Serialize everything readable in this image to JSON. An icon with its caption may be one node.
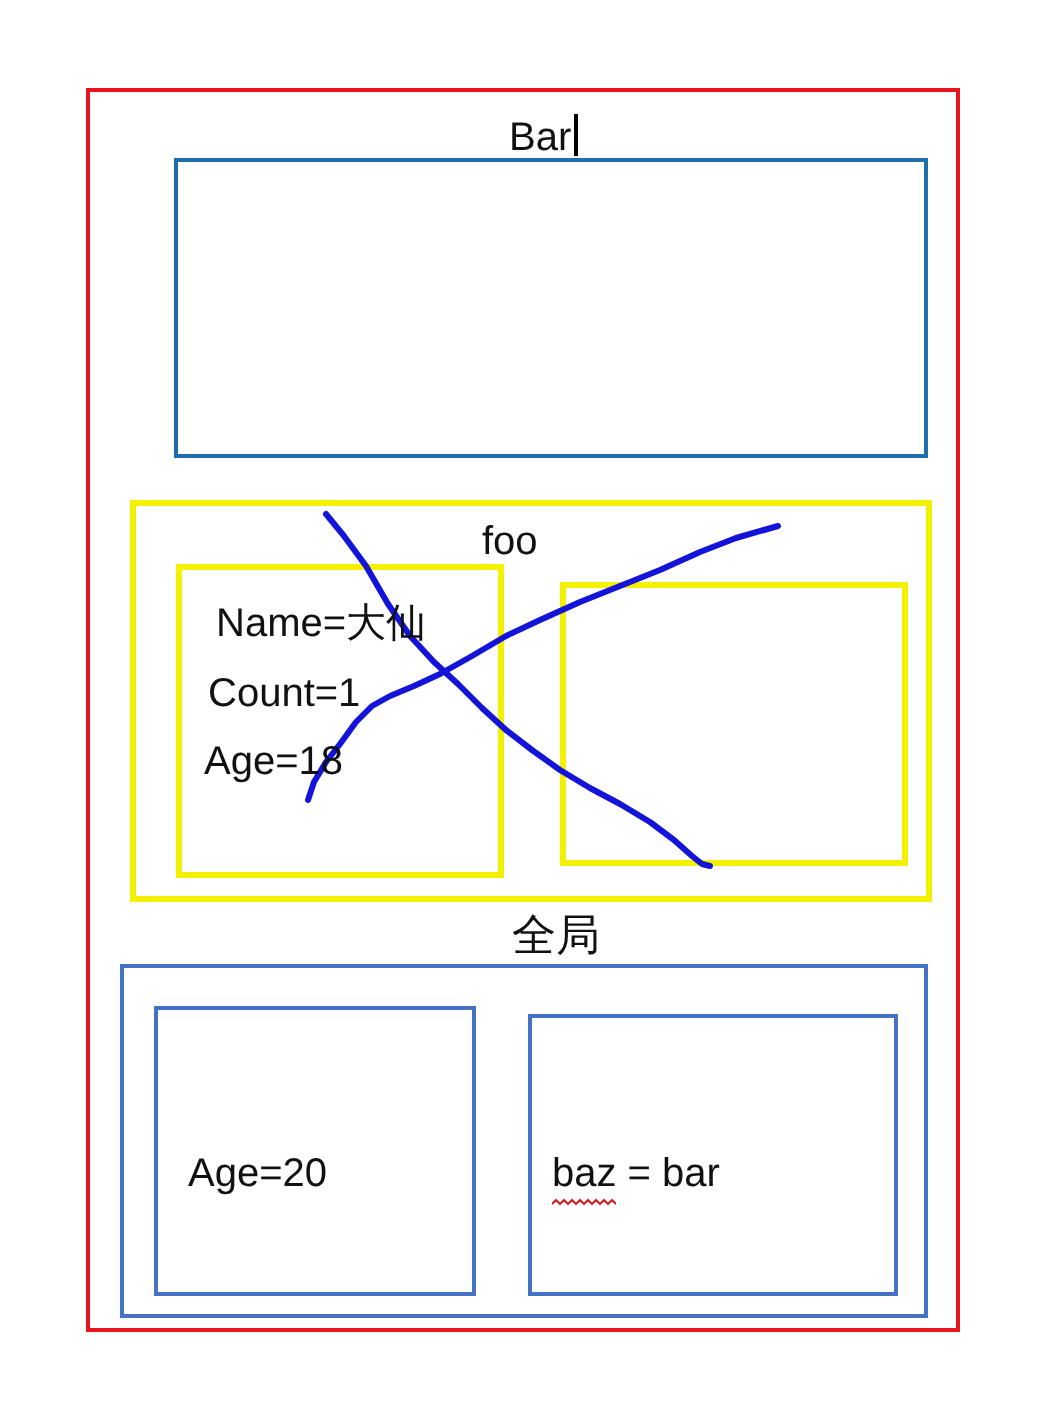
{
  "diagram": {
    "nodes": [
      {
        "text": [],
        "shape": "box"
      },
      {
        "text": [
          "Bar"
        ],
        "in": 0
      },
      {
        "text": [
          "foo"
        ],
        "in": 0
      },
      {
        "text": [
          "Name=大仙",
          "Count=1",
          "Age=18"
        ],
        "in": 2
      },
      {
        "text": [],
        "shape": "box",
        "in": 2
      },
      {
        "text": [
          "全局"
        ],
        "in": 0
      },
      {
        "text": [
          "Age=20"
        ],
        "in": 5
      },
      {
        "text": [
          "baz = bar"
        ],
        "in": 5
      }
    ]
  }
}
